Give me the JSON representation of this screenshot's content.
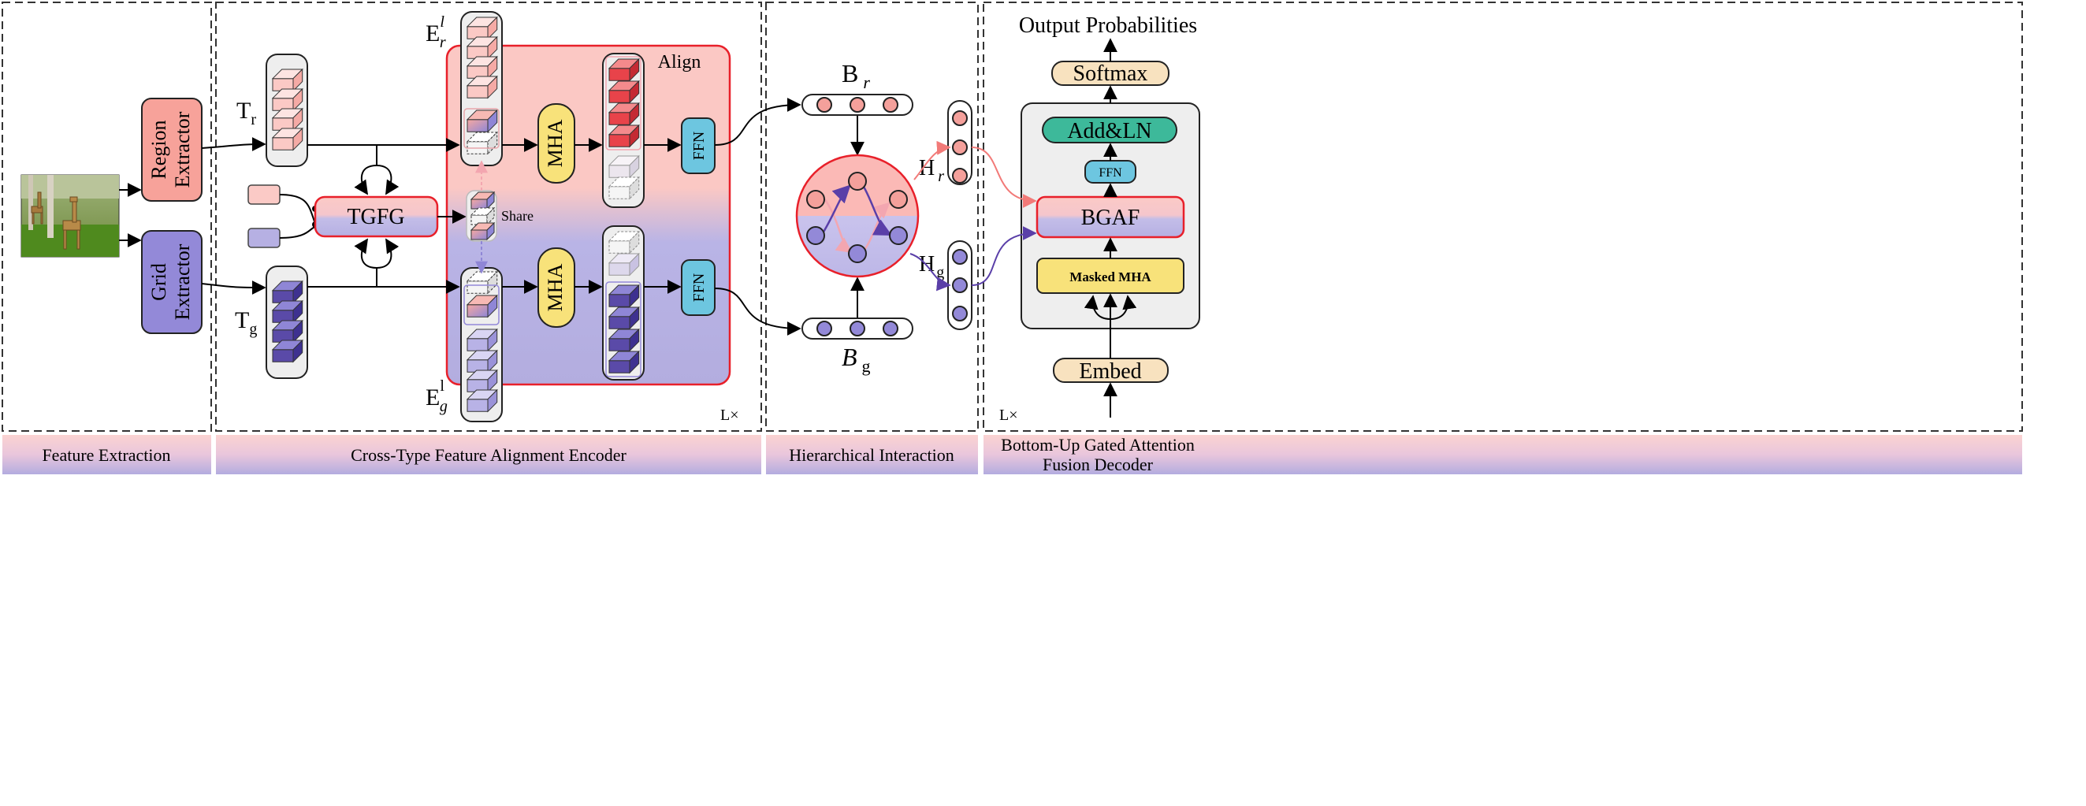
{
  "panels": {
    "feature_extraction": {
      "title": "Feature Extraction"
    },
    "encoder": {
      "title": "Cross-Type  Feature Alignment Encoder",
      "repeat": "L×"
    },
    "interaction": {
      "title": "Hierarchical Interaction"
    },
    "decoder": {
      "title_line1": "Bottom-Up Gated Attention",
      "title_line2": "Fusion Decoder",
      "repeat": "L×"
    }
  },
  "extraction": {
    "region_line1": "Region",
    "region_line2": "Extractor",
    "grid_line1": "Grid",
    "grid_line2": "Extractor"
  },
  "encoder": {
    "tr_main": "T",
    "tr_sub": "r",
    "tg_main": "T",
    "tg_sub": "g",
    "tgfg": "TGFG",
    "share": "Share",
    "er_main": "E",
    "er_sup": "l",
    "er_sub": "r",
    "eg_main": "E",
    "eg_sup": "l",
    "eg_sub": "g",
    "mha_top": "MHA",
    "mha_bottom": "MHA",
    "ffn_top": "FFN",
    "ffn_bottom": "FFN",
    "align": "Align"
  },
  "interaction": {
    "br_main": "B",
    "br_sub": "r",
    "bg_main": "B",
    "bg_sub": "g",
    "hr_main": "H",
    "hr_sub": "r",
    "hg_main": "H",
    "hg_sub": "g"
  },
  "decoder": {
    "output": "Output Probabilities",
    "softmax": "Softmax",
    "addln": "Add&LN",
    "ffn": "FFN",
    "bgaf": "BGAF",
    "masked_mha": "Masked  MHA",
    "embed": "Embed"
  },
  "colors": {
    "region": "#f7a29a",
    "grid": "#9389d8",
    "pink_light": "#fbd0cc",
    "lavender": "#b8b3e6",
    "red_border": "#e8202a",
    "mha_yellow": "#f8e27a",
    "ffn_blue": "#6dc6e0",
    "addln_teal": "#3db99a",
    "beige": "#f8e2bf"
  }
}
